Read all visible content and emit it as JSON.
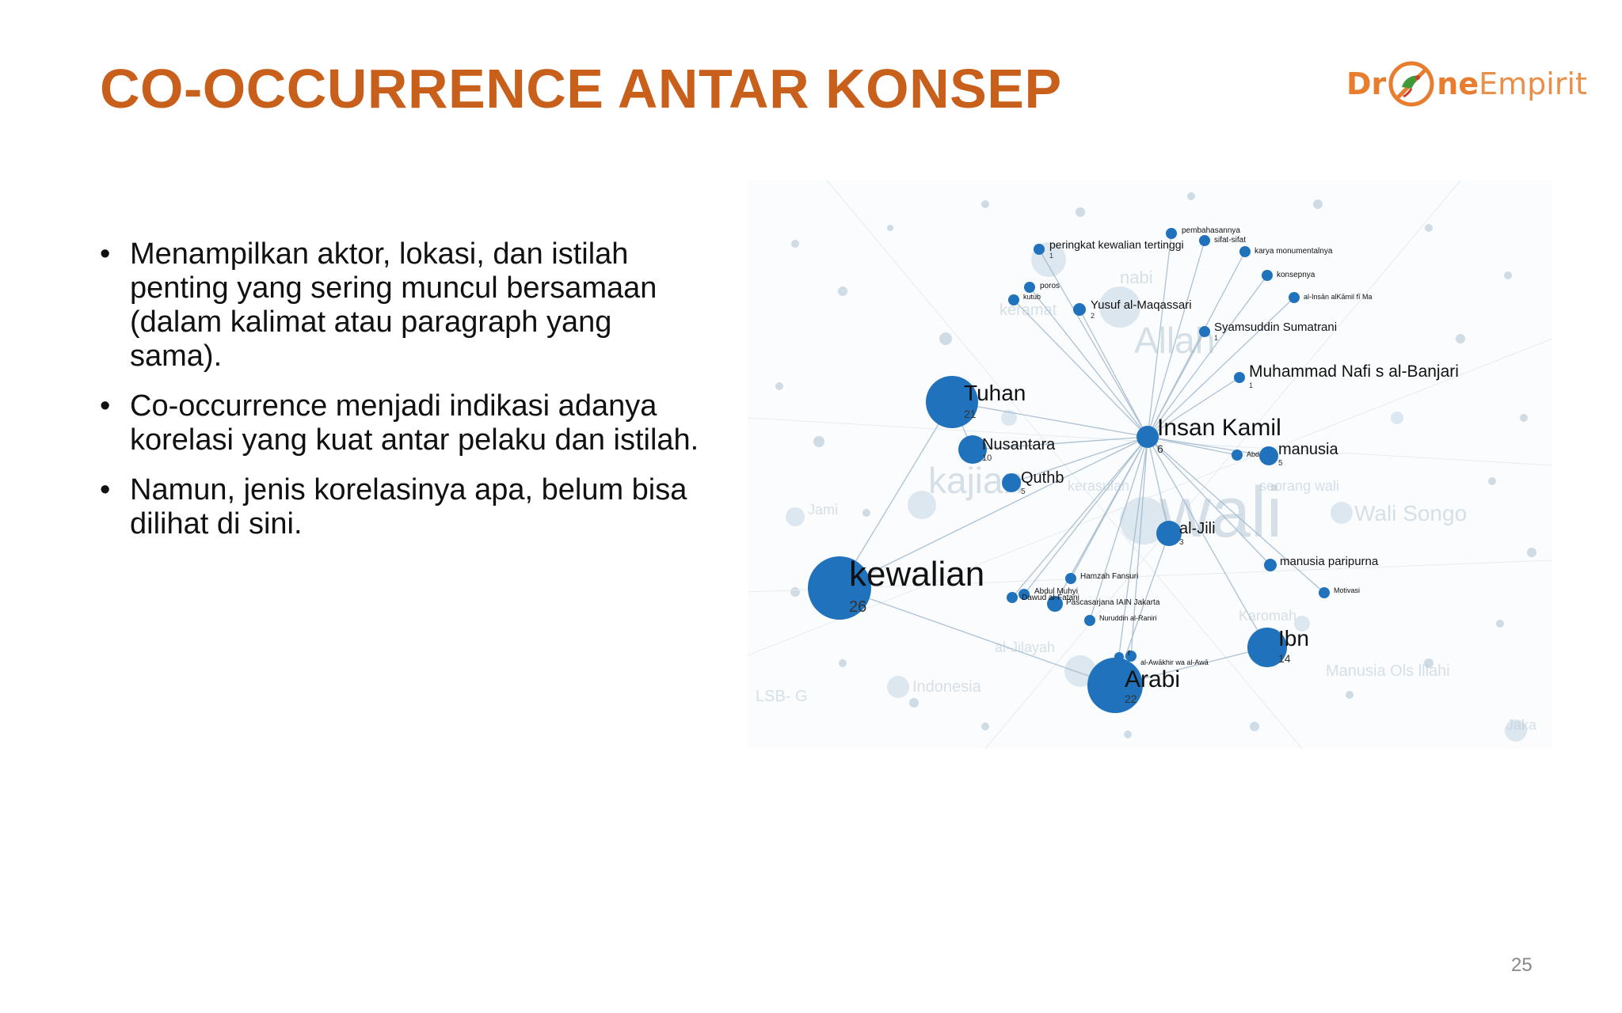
{
  "slide": {
    "title": "CO-OCCURRENCE ANTAR KONSEP",
    "page_number": "25",
    "accent_color": "#c8601c"
  },
  "logo": {
    "part1": "Dr",
    "part2": "ne",
    "part3": "Empirit",
    "icon": "drone-bird-logo-icon",
    "color": "#e87d2f"
  },
  "bullets": [
    "Menampilkan aktor, lokasi, dan istilah penting yang sering muncul bersamaan (dalam kalimat  atau paragraph yang sama).",
    "Co-occurrence menjadi indikasi adanya korelasi yang kuat antar pelaku dan istilah.",
    "Namun, jenis korelasinya apa, belum bisa dilihat di sini."
  ],
  "network": {
    "node_color": "#1f72bb",
    "edge_color": "#9fb7cc",
    "hub": "Insan Kamil",
    "nodes": [
      {
        "label": "kewalian",
        "count": "26"
      },
      {
        "label": "Tuhan",
        "count": "21"
      },
      {
        "label": "Arabi",
        "count": "22"
      },
      {
        "label": "Ibn",
        "count": "14"
      },
      {
        "label": "Nusantara",
        "count": "10"
      },
      {
        "label": "Insan Kamil",
        "count": "6"
      },
      {
        "label": "al-Jili",
        "count": "3"
      },
      {
        "label": "Quthb",
        "count": "5"
      },
      {
        "label": "manusia",
        "count": "5"
      },
      {
        "label": "Yusuf al-Maqassari",
        "count": "2"
      },
      {
        "label": "Muhammad Nafi s al-Banjari",
        "count": "1"
      },
      {
        "label": "Syamsuddin Sumatrani",
        "count": "1"
      },
      {
        "label": "peringkat kewalian tertinggi",
        "count": "1"
      },
      {
        "label": "manusia paripurna",
        "count": ""
      },
      {
        "label": "pembahasannya",
        "count": ""
      },
      {
        "label": "sifat-sifat",
        "count": ""
      },
      {
        "label": "karya monumentalnya",
        "count": ""
      },
      {
        "label": "konsepnya",
        "count": ""
      },
      {
        "label": "al-Insān alKāmil fī Ma",
        "count": ""
      },
      {
        "label": "poros",
        "count": ""
      },
      {
        "label": "kutub",
        "count": ""
      },
      {
        "label": "Hamzah Fansuri",
        "count": ""
      },
      {
        "label": "Abdul Muhyi",
        "count": ""
      },
      {
        "label": "Dawud al-Fatani",
        "count": ""
      },
      {
        "label": "Pascasarjana IAIN Jakarta",
        "count": ""
      },
      {
        "label": "Nuruddin al-Raniri",
        "count": ""
      },
      {
        "label": "al-Awākhir wa al-Awā",
        "count": ""
      },
      {
        "label": "Motivasi",
        "count": ""
      },
      {
        "label": "Abd",
        "count": ""
      },
      {
        "label": "f",
        "count": ""
      }
    ],
    "background_words": [
      "Allah",
      "wali",
      "kajian",
      "nabi",
      "Wali Songo",
      "keramat",
      "Indonesia",
      "seorang wali",
      "LSB- G",
      "Manusia Ols lllahi",
      "Jami",
      "Jaka",
      "al-Jilayah",
      "Karomah",
      "kerasulan"
    ]
  }
}
